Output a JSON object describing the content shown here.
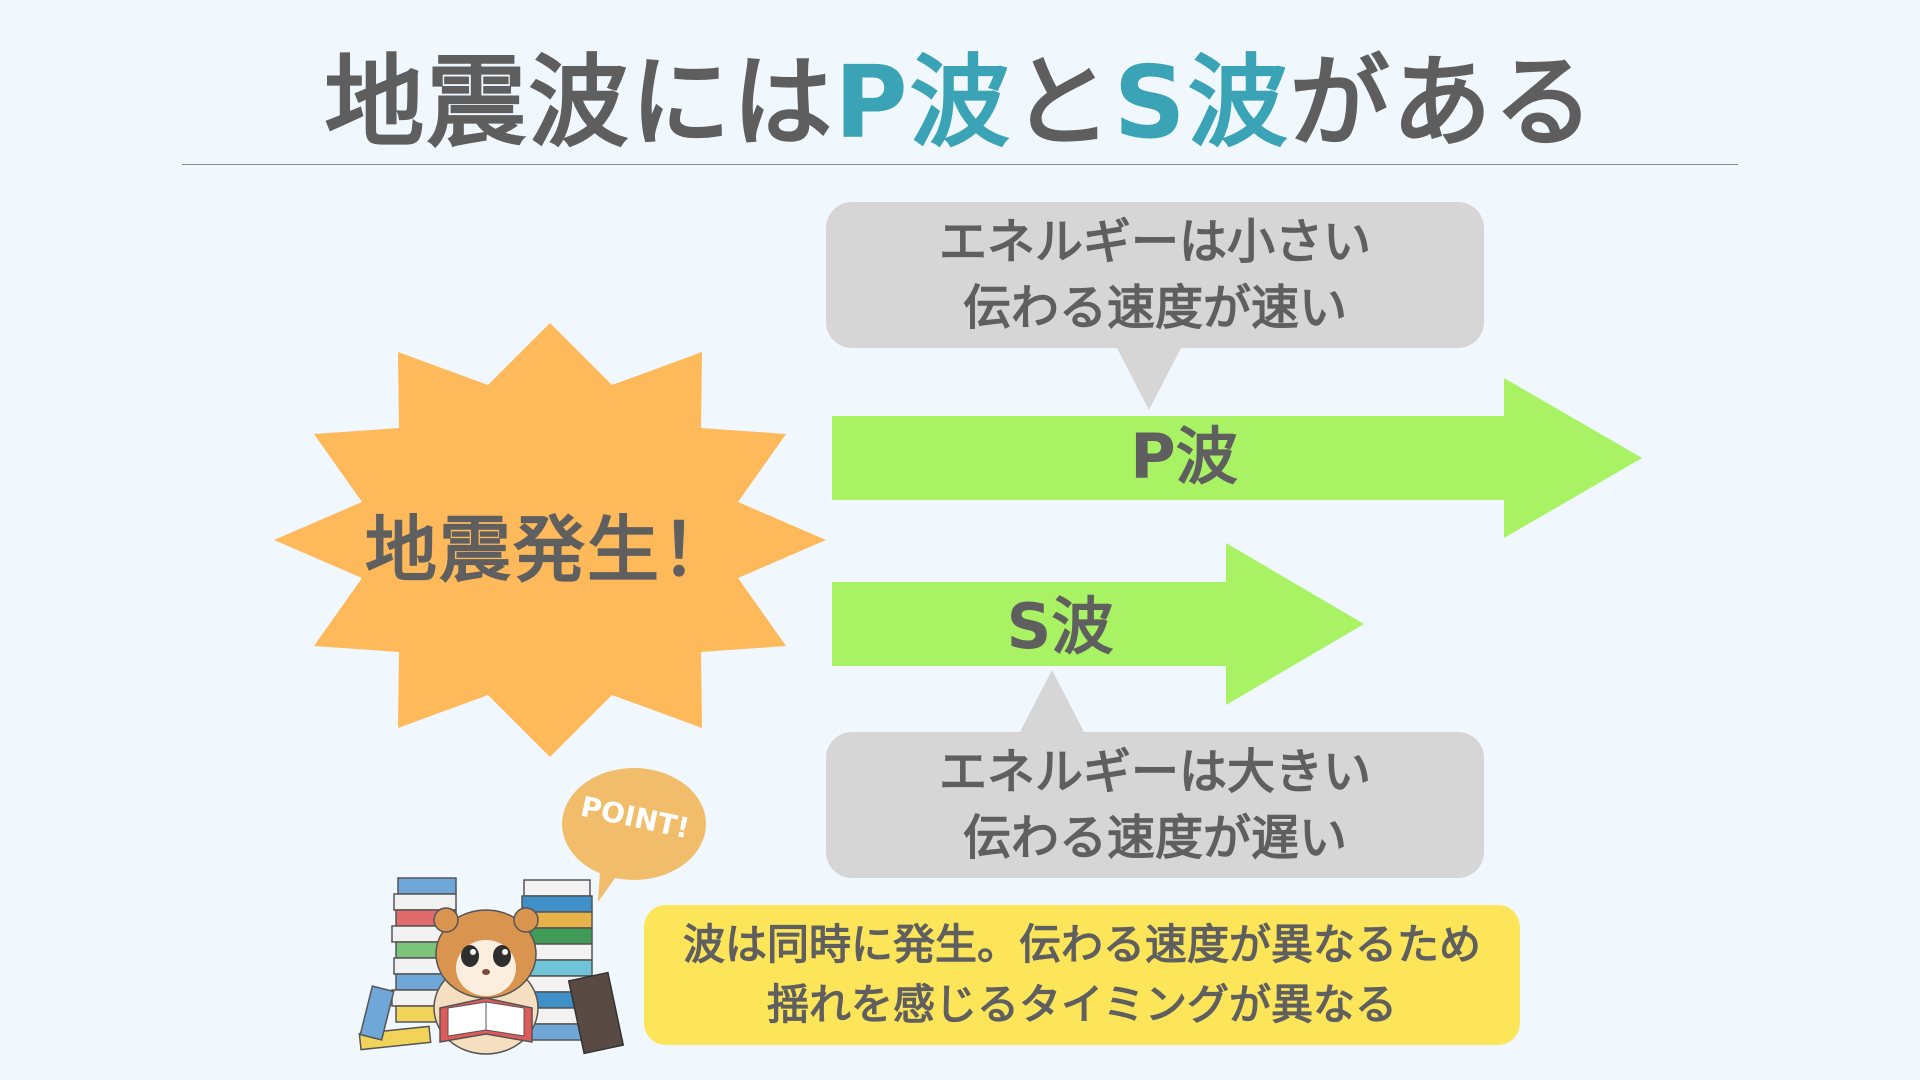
{
  "title": {
    "part1": "地震波には",
    "p": "P波",
    "part2": "と",
    "s": "S波",
    "part3": "がある"
  },
  "burst": {
    "label": "地震発生！"
  },
  "p_wave": {
    "label": "P波",
    "note_line1": "エネルギーは小さい",
    "note_line2": "伝わる速度が速い"
  },
  "s_wave": {
    "label": "S波",
    "note_line1": "エネルギーは大きい",
    "note_line2": "伝わる速度が遅い"
  },
  "point": {
    "badge": "POINT!",
    "line1": "波は同時に発生。伝わる速度が異なるため",
    "line2": "揺れを感じるタイミングが異なる"
  },
  "icons": {
    "burst": "starburst-shape",
    "arrows": "right-arrow-shape",
    "mascot": "hamster-reading-books-illustration"
  },
  "colors": {
    "background": "#f0f7fd",
    "title_text": "#5e5e5e",
    "title_accent": "#3aa3b5",
    "burst": "#fdb95a",
    "arrow": "#a8f264",
    "note_bubble": "#d6d6d6",
    "point_box": "#fde55a",
    "point_badge": "#f2bd6b"
  }
}
